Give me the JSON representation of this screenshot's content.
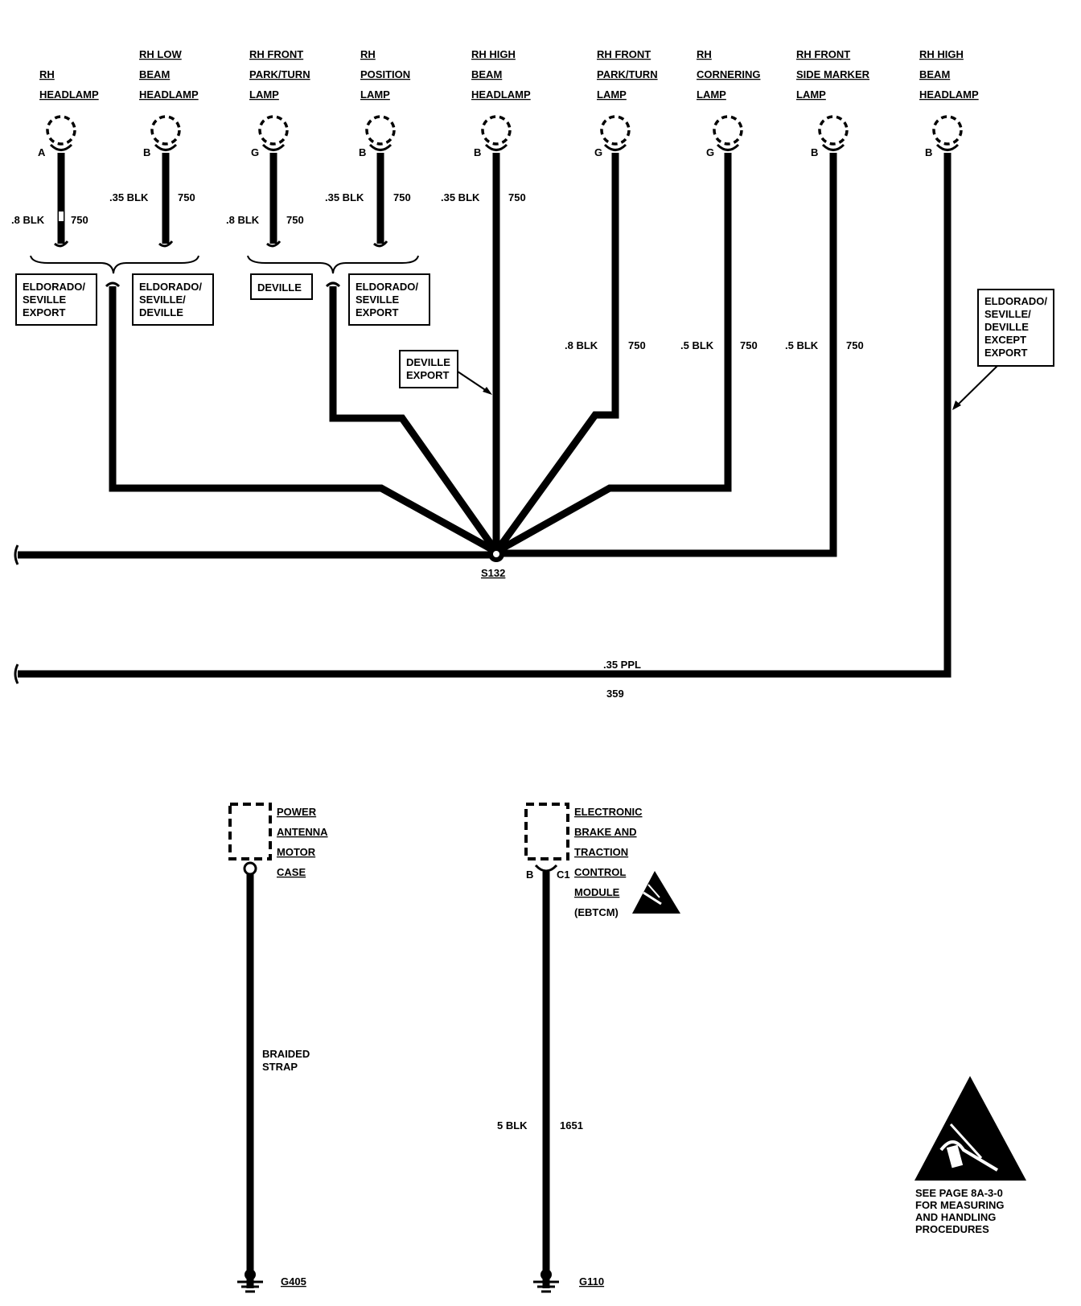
{
  "lamps": [
    {
      "label": [
        "RH",
        "HEADLAMP"
      ],
      "pin": "A",
      "wire_size": ".8 BLK",
      "circuit": "750"
    },
    {
      "label": [
        "RH LOW",
        "BEAM",
        "HEADLAMP"
      ],
      "pin": "B",
      "wire_size": ".35 BLK",
      "circuit": "750"
    },
    {
      "label": [
        "RH FRONT",
        "PARK/TURN",
        "LAMP"
      ],
      "pin": "G",
      "wire_size": ".8 BLK",
      "circuit": "750"
    },
    {
      "label": [
        "RH",
        "POSITION",
        "LAMP"
      ],
      "pin": "B",
      "wire_size": ".35 BLK",
      "circuit": "750"
    },
    {
      "label": [
        "RH HIGH",
        "BEAM",
        "HEADLAMP"
      ],
      "pin": "B",
      "wire_size": ".35 BLK",
      "circuit": "750"
    },
    {
      "label": [
        "RH FRONT",
        "PARK/TURN",
        "LAMP"
      ],
      "pin": "G",
      "wire_size": ".8 BLK",
      "circuit": "750"
    },
    {
      "label": [
        "RH",
        "CORNERING",
        "LAMP"
      ],
      "pin": "G",
      "wire_size": ".5 BLK",
      "circuit": "750"
    },
    {
      "label": [
        "RH FRONT",
        "SIDE MARKER",
        "LAMP"
      ],
      "pin": "B",
      "wire_size": ".5 BLK",
      "circuit": "750"
    },
    {
      "label": [
        "RH HIGH",
        "BEAM",
        "HEADLAMP"
      ],
      "pin": "B"
    }
  ],
  "option_boxes": {
    "eldorado_seville_export": [
      "ELDORADO/",
      "SEVILLE",
      "EXPORT"
    ],
    "eldorado_seville_deville": [
      "ELDORADO/",
      "SEVILLE/",
      "DEVILLE"
    ],
    "deville": [
      "DEVILLE"
    ],
    "eldorado_seville_export_2": [
      "ELDORADO/",
      "SEVILLE",
      "EXPORT"
    ],
    "deville_export": [
      "DEVILLE",
      "EXPORT"
    ],
    "eldorado_seville_deville_except_export": [
      "ELDORADO/",
      "SEVILLE/",
      "DEVILLE",
      "EXCEPT",
      "EXPORT"
    ]
  },
  "splice": "S132",
  "ppl_wire": {
    "size": ".35 PPL",
    "circuit": "359"
  },
  "antenna": {
    "label": [
      "POWER",
      "ANTENNA",
      "MOTOR",
      "CASE"
    ],
    "strap": [
      "BRAIDED",
      "STRAP"
    ],
    "ground": "G405"
  },
  "ebtcm": {
    "label": [
      "ELECTRONIC",
      "BRAKE AND",
      "TRACTION",
      "CONTROL",
      "MODULE",
      "(EBTCM)"
    ],
    "pin_left": "B",
    "pin_right": "C1",
    "wire_size": "5 BLK",
    "circuit": "1651",
    "ground": "G110"
  },
  "esd_note": [
    "SEE PAGE 8A-3-0",
    "FOR MEASURING",
    "AND HANDLING",
    "PROCEDURES"
  ],
  "icons": {
    "esd": "esd-warning-icon",
    "ground": "ground-symbol-icon"
  }
}
